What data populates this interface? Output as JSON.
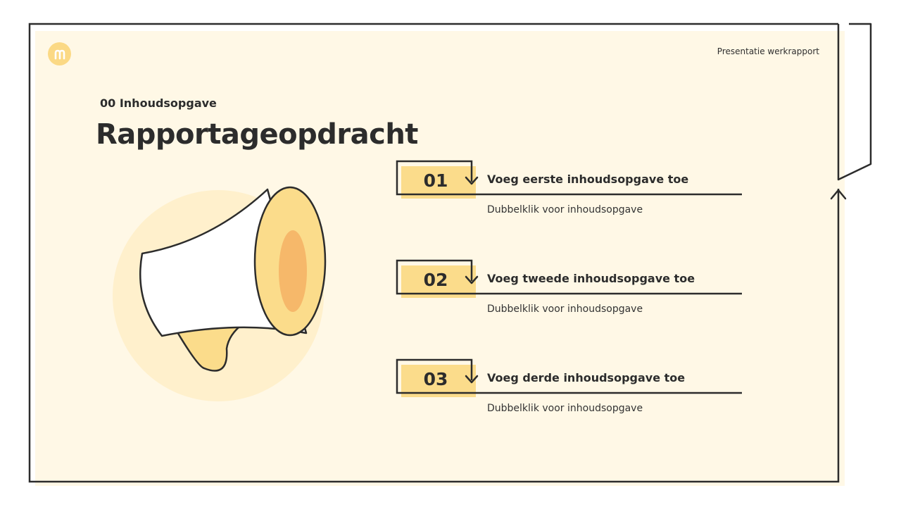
{
  "header": {
    "logo_icon": "m-logo-icon",
    "report_title": "Presentatie werkrapport"
  },
  "main": {
    "section_label": "00 Inhoudsopgave",
    "title": "Rapportageopdracht",
    "illustration_icon": "megaphone-icon",
    "toc_items": [
      {
        "number": "01",
        "title": "Voeg eerste inhoudsopgave toe",
        "description": "Dubbelklik voor inhoudsopgave"
      },
      {
        "number": "02",
        "title": "Voeg tweede inhoudsopgave toe",
        "description": "Dubbelklik voor inhoudsopgave"
      },
      {
        "number": "03",
        "title": "Voeg derde inhoudsopgave toe",
        "description": "Dubbelklik voor inhoudsopgave"
      }
    ]
  },
  "colors": {
    "background": "#fff8e6",
    "accent": "#fbdc8b",
    "accent_dark": "#f6b86a",
    "stroke": "#2c2c2c"
  }
}
